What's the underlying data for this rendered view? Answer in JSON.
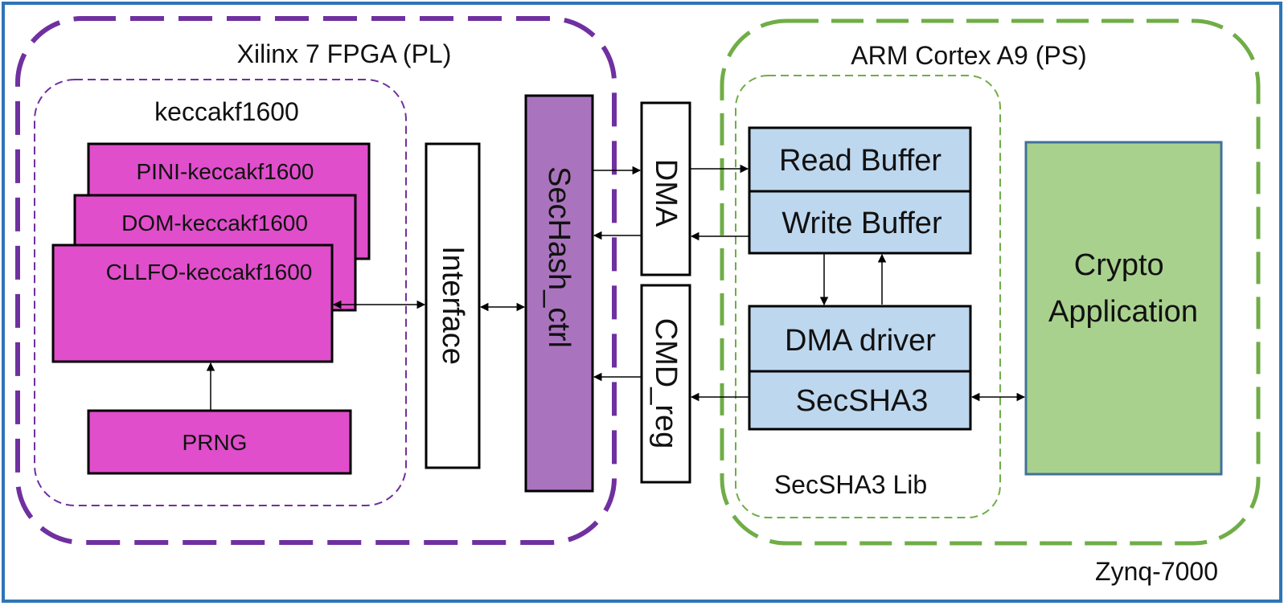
{
  "pl_title": "Xilinx 7 FPGA (PL)",
  "ps_title": "ARM Cortex A9 (PS)",
  "keccak_group_label": "keccakf1600",
  "keccak_variants": [
    "PINI-keccakf1600",
    "DOM-keccakf1600",
    "CLLFO-keccakf1600"
  ],
  "prng_label": "PRNG",
  "interface_label": "Interface",
  "sechash_ctrl_label": "SecHash_ctrl",
  "dma_label": "DMA",
  "cmd_reg_label": "CMD_reg",
  "read_buffer_label": "Read Buffer",
  "write_buffer_label": "Write Buffer",
  "dma_driver_label": "DMA driver",
  "secsha3_label": "SecSHA3",
  "lib_label": "SecSHA3 Lib",
  "crypto_app_label": "Crypto Application",
  "chip_label": "Zynq-7000",
  "colors": {
    "frame": "#2e75b6",
    "pl_border": "#7030a0",
    "ps_border": "#70ad47",
    "keccak_fill": "#e04ecb",
    "ctrl_fill": "#a974bd",
    "buffer_fill": "#bdd7ee",
    "app_fill": "#a9d18e",
    "app_border": "#41719c"
  }
}
